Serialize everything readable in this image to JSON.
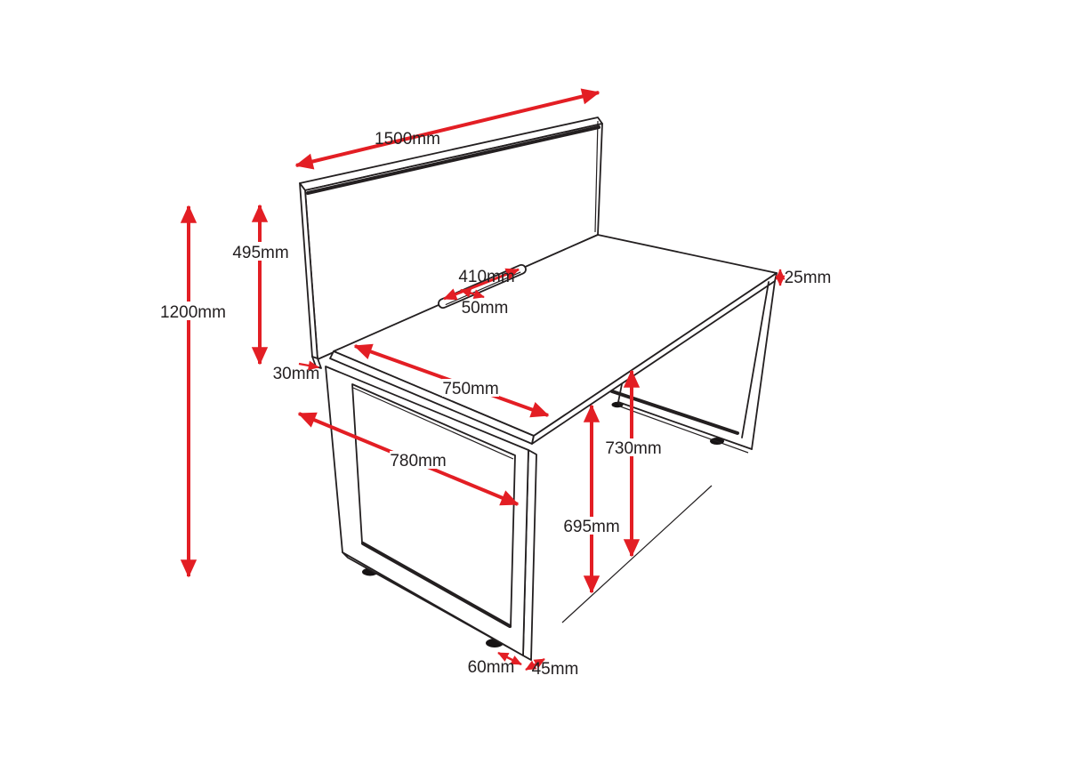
{
  "colors": {
    "dimension_red": "#E31E24",
    "drawing_line": "#231F20",
    "background": "#FFFFFF"
  },
  "unit": "mm",
  "dims": {
    "screen_width": {
      "label": "1500mm"
    },
    "total_height": {
      "label": "1200mm"
    },
    "screen_above_desk": {
      "label": "495mm"
    },
    "slot_length": {
      "label": "410mm"
    },
    "slot_width": {
      "label": "50mm"
    },
    "top_thickness": {
      "label": "25mm"
    },
    "screen_thickness": {
      "label": "30mm"
    },
    "desk_depth": {
      "label": "750mm"
    },
    "leg_depth": {
      "label": "780mm"
    },
    "desk_height": {
      "label": "730mm"
    },
    "underdesk_clearance": {
      "label": "695mm"
    },
    "leg_rail_width": {
      "label": "60mm"
    },
    "leg_rail_thickness": {
      "label": "45mm"
    }
  }
}
